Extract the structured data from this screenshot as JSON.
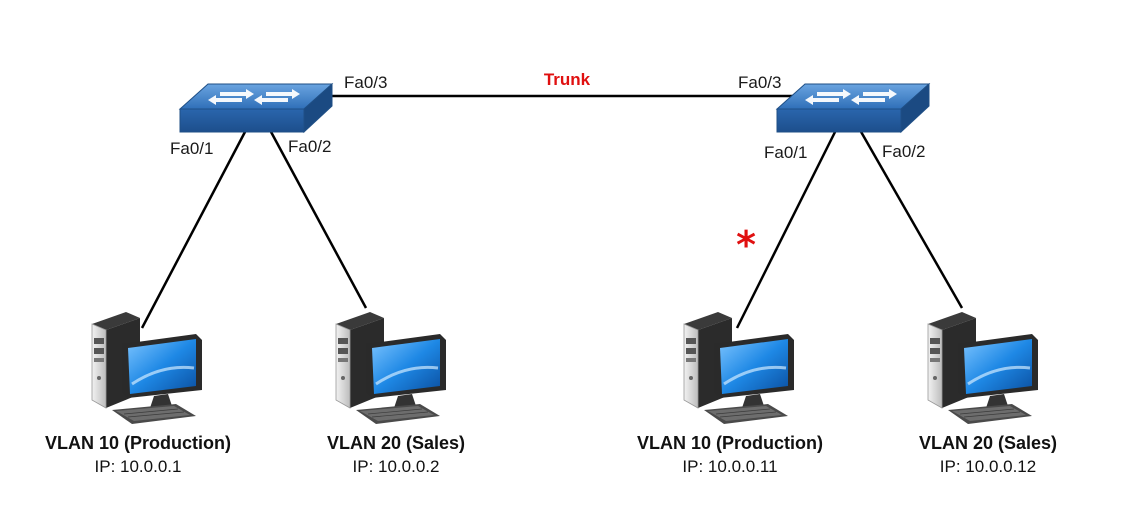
{
  "trunk": {
    "label": "Trunk",
    "color": "#e01010"
  },
  "fault_marker": {
    "symbol": "*",
    "color": "#e01010"
  },
  "switches": [
    {
      "ports": {
        "p1": "Fa0/1",
        "p2": "Fa0/2",
        "p3": "Fa0/3"
      }
    },
    {
      "ports": {
        "p1": "Fa0/1",
        "p2": "Fa0/2",
        "p3": "Fa0/3"
      }
    }
  ],
  "hosts": [
    {
      "name": "VLAN 10 (Production)",
      "ip": "IP: 10.0.0.1"
    },
    {
      "name": "VLAN 20 (Sales)",
      "ip": "IP: 10.0.0.2"
    },
    {
      "name": "VLAN 10 (Production)",
      "ip": "IP: 10.0.0.11"
    },
    {
      "name": "VLAN 20 (Sales)",
      "ip": "IP: 10.0.0.12"
    }
  ],
  "colors": {
    "switch": "#3a78c2",
    "screen": "#1e88e5",
    "link": "#000000"
  }
}
